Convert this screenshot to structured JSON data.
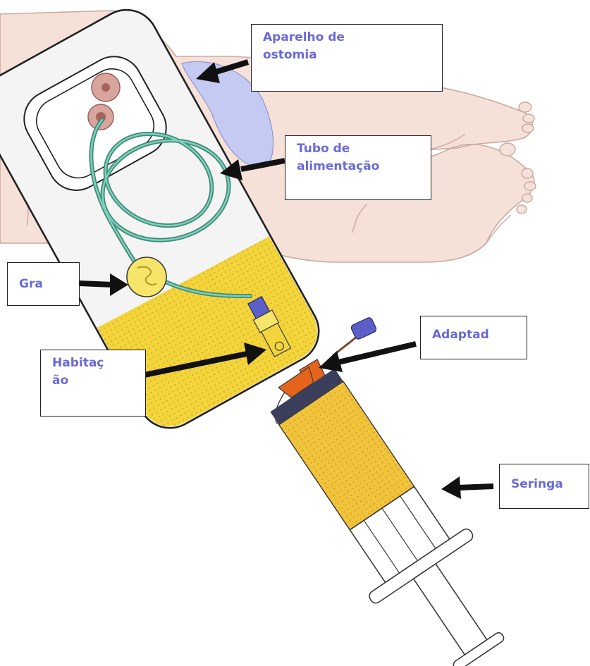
{
  "colors": {
    "label_text": "#6a6ad8",
    "skin": "#f6e1d9",
    "skin_line": "#c9a9a0",
    "bag_outline": "#222222",
    "ostomy_bag": "#c4caf2",
    "tube": "#5fae99",
    "yellow_fluid": "#f2d43b",
    "syringe_fill": "#f0c43a",
    "adapter_orange": "#e4641c",
    "connector_purple": "#5b5fc7"
  },
  "icons": [
    "ostomy-bag-icon",
    "feeding-tube-icon",
    "clamp-icon",
    "syringe-icon",
    "adapter-icon",
    "arrow-icon"
  ],
  "labels": {
    "ostomy": {
      "line1": "Aparelho de",
      "line2": "ostomia"
    },
    "tube": {
      "line1": "Tubo de",
      "line2": "alimentação"
    },
    "clamp": {
      "line1": "Gra"
    },
    "housing": {
      "line1": "Habitaç",
      "line2": "ão"
    },
    "adapter": {
      "line1": "Adaptad"
    },
    "syringe": {
      "line1": "Seringa"
    }
  }
}
